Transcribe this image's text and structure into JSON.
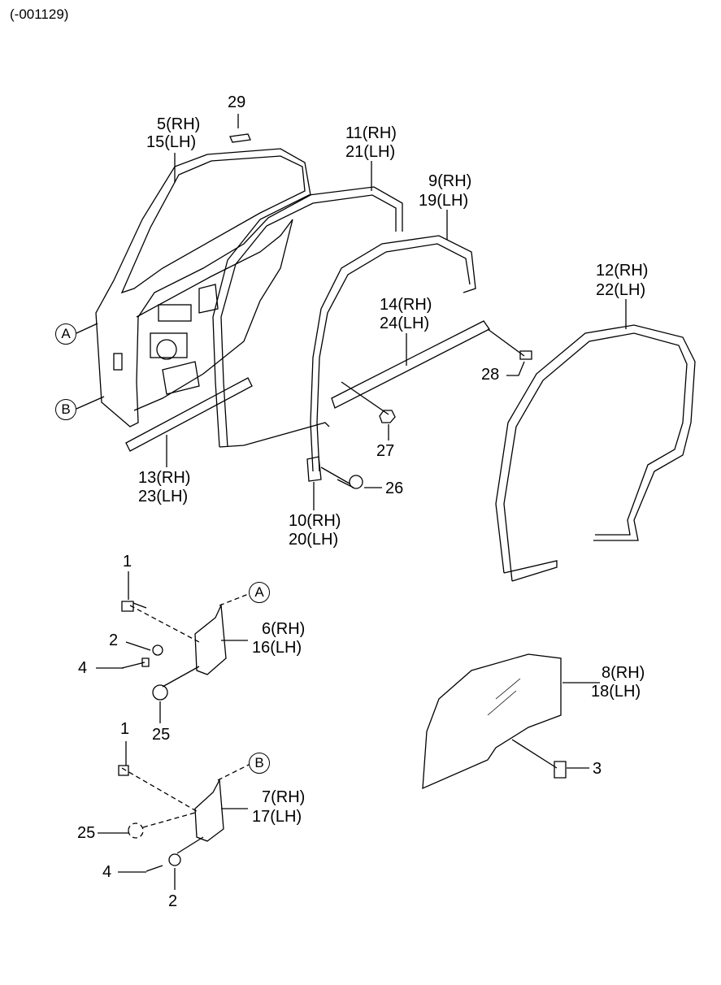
{
  "diagram_code": "(-001129)",
  "callouts": {
    "p29": "29",
    "p5": "5(RH)",
    "p15": "15(LH)",
    "p11": "11(RH)",
    "p21": "21(LH)",
    "p9": "9(RH)",
    "p19": "19(LH)",
    "p12": "12(RH)",
    "p22": "22(LH)",
    "p14": "14(RH)",
    "p24": "24(LH)",
    "p28": "28",
    "p27": "27",
    "p13": "13(RH)",
    "p23": "23(LH)",
    "p26": "26",
    "p10": "10(RH)",
    "p20": "20(LH)",
    "p1a": "1",
    "p2a": "2",
    "p4a": "4",
    "p25a": "25",
    "p6": "6(RH)",
    "p16": "16(LH)",
    "p1b": "1",
    "p25b": "25",
    "p4b": "4",
    "p2b": "2",
    "p7": "7(RH)",
    "p17": "17(LH)",
    "p8": "8(RH)",
    "p18": "18(LH)",
    "p3": "3"
  },
  "refs": {
    "a": "A",
    "b": "B"
  }
}
